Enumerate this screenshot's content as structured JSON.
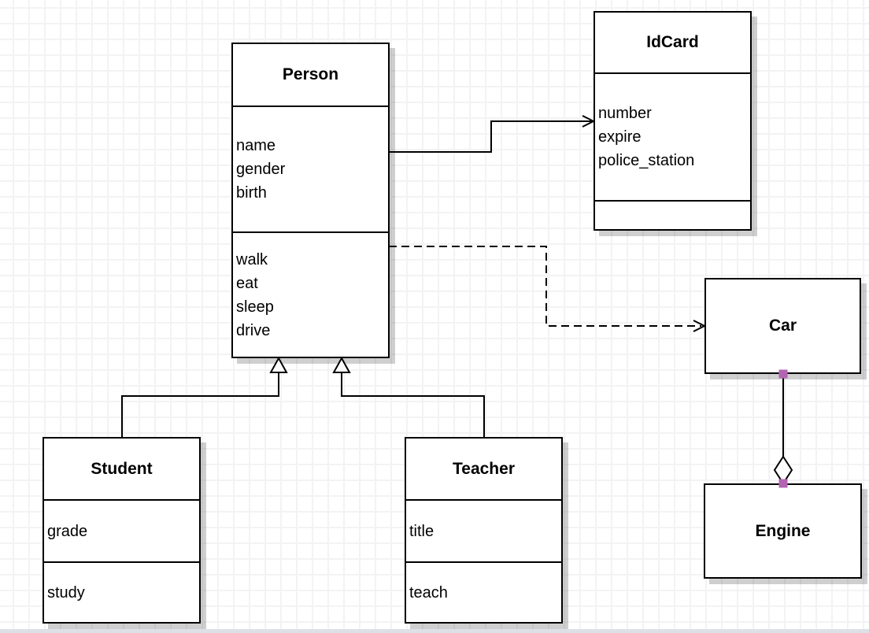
{
  "diagram": {
    "type": "uml-class-diagram",
    "classes": {
      "person": {
        "title": "Person",
        "attributes": [
          "name",
          "gender",
          "birth"
        ],
        "methods": [
          "walk",
          "eat",
          "sleep",
          "drive"
        ]
      },
      "idcard": {
        "title": "IdCard",
        "attributes": [
          "number",
          "expire",
          "police_station"
        ],
        "methods": []
      },
      "car": {
        "title": "Car",
        "attributes": [],
        "methods": []
      },
      "engine": {
        "title": "Engine",
        "attributes": [],
        "methods": []
      },
      "student": {
        "title": "Student",
        "attributes": [
          "grade"
        ],
        "methods": [
          "study"
        ]
      },
      "teacher": {
        "title": "Teacher",
        "attributes": [
          "title"
        ],
        "methods": [
          "teach"
        ]
      }
    },
    "relationships": [
      {
        "from": "Person",
        "to": "IdCard",
        "type": "association",
        "line": "solid",
        "arrowhead": "open-arrow"
      },
      {
        "from": "Person",
        "to": "Car",
        "type": "dependency",
        "line": "dashed",
        "arrowhead": "open-arrow"
      },
      {
        "from": "Student",
        "to": "Person",
        "type": "generalization",
        "line": "solid",
        "arrowhead": "hollow-triangle"
      },
      {
        "from": "Teacher",
        "to": "Person",
        "type": "generalization",
        "line": "solid",
        "arrowhead": "hollow-triangle"
      },
      {
        "from": "Car",
        "to": "Engine",
        "type": "aggregation",
        "line": "solid",
        "arrowhead": "hollow-diamond",
        "endpoint_markers": "purple-squares"
      }
    ],
    "colors": {
      "background": "#ffffff",
      "grid_line": "#f3f3f3",
      "box_fill": "#ffffff",
      "box_border": "#000000",
      "shadow": "#c9c9c9",
      "endpoint_marker": "#b264b2"
    }
  }
}
